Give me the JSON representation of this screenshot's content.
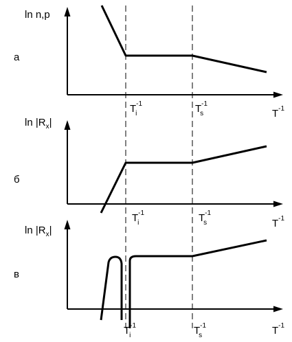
{
  "panels": [
    {
      "letter": "а",
      "y_label": "ln n,p",
      "ticks": {
        "ti": {
          "base": "T",
          "sup": "-1",
          "sub": "i"
        },
        "ts": {
          "base": "T",
          "sup": "-1",
          "sub": "s"
        }
      },
      "x_axis_label": {
        "base": "T",
        "sup": "-1"
      }
    },
    {
      "letter": "б",
      "y_label": {
        "prefix": "ln |R",
        "sub": "x",
        "suffix": "|"
      },
      "ticks": {
        "ti": {
          "base": "T",
          "sup": "-1",
          "sub": "i"
        },
        "ts": {
          "base": "T",
          "sup": "-1",
          "sub": "s"
        }
      },
      "x_axis_label": {
        "base": "T",
        "sup": "-1"
      }
    },
    {
      "letter": "в",
      "y_label": {
        "prefix": "ln |R",
        "sub": "x",
        "suffix": "|"
      },
      "ticks": {
        "ti": {
          "base": "T",
          "sup": "-1",
          "sub": "i"
        },
        "ts": {
          "base": "T",
          "sup": "-1",
          "sub": "s"
        }
      },
      "x_axis_label": {
        "base": "T",
        "sup": "-1"
      }
    }
  ]
}
